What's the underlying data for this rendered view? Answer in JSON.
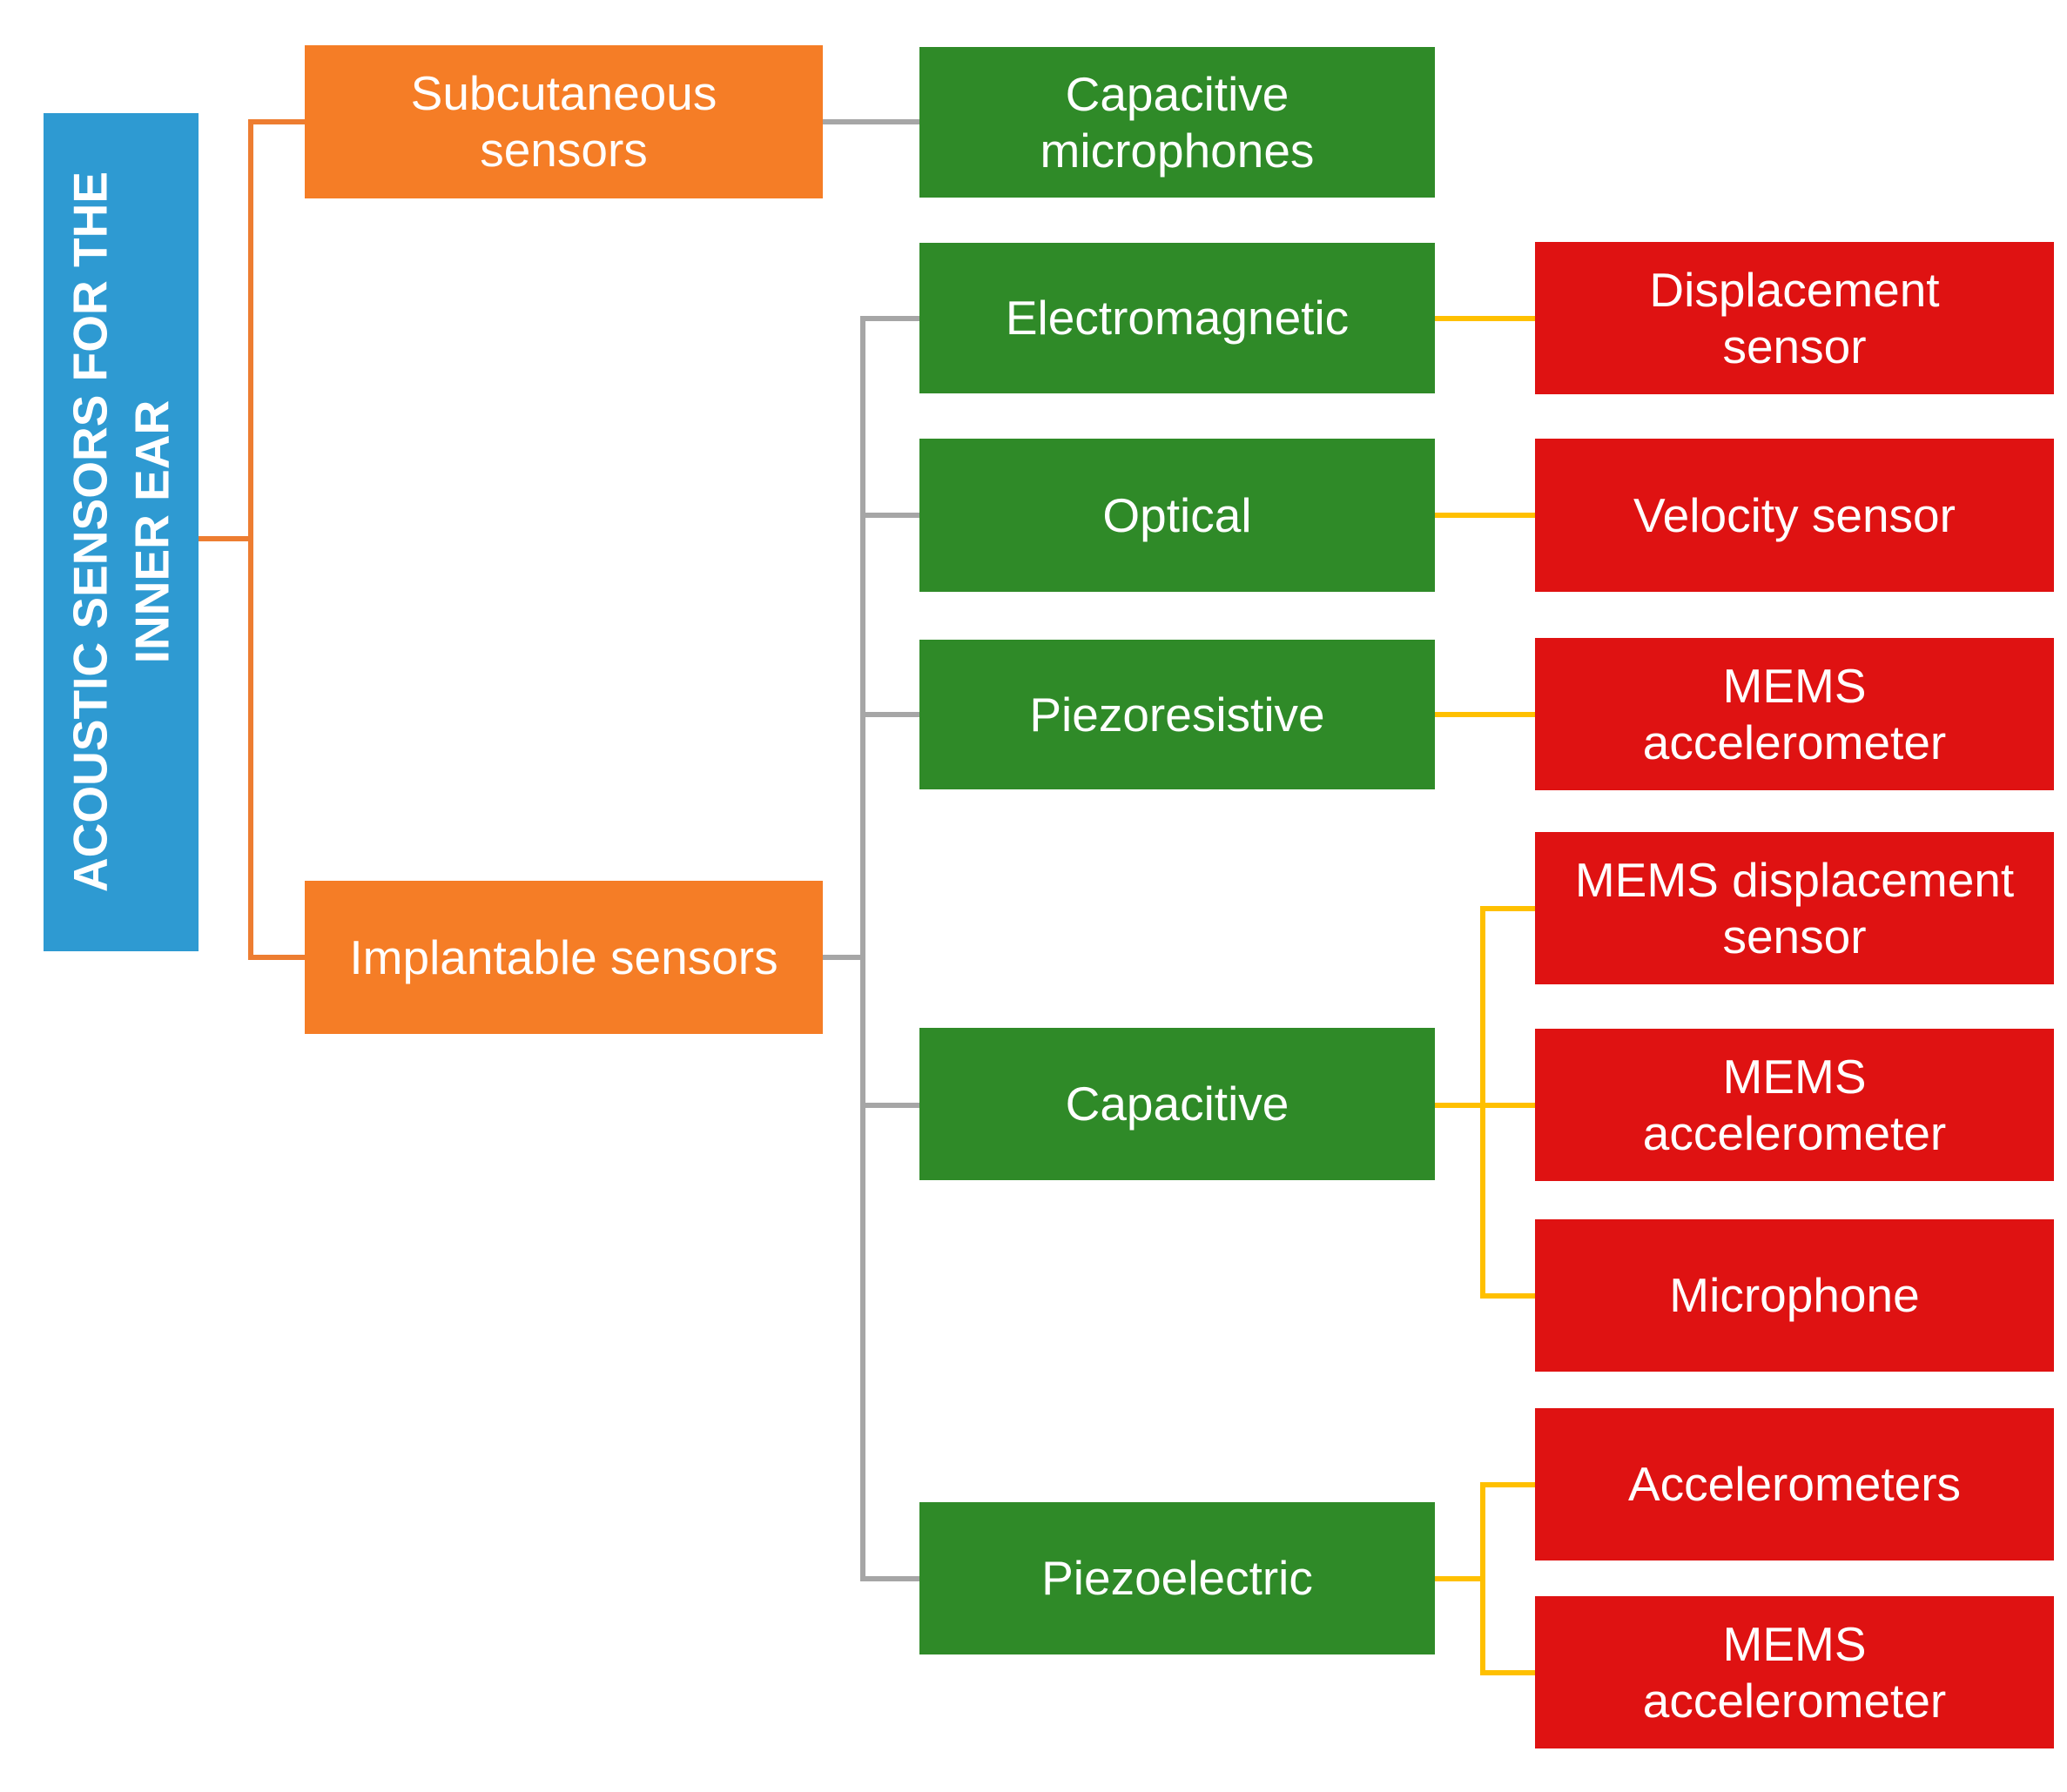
{
  "figure_type": "hierarchy-diagram",
  "colors": {
    "root_fill": "#2E9AD2",
    "level2_fill": "#F57D26",
    "level3_fill": "#2F8A28",
    "level4_fill": "#DF1212",
    "root_connector": "#ED7D31",
    "branch_connector": "#A6A6A6",
    "leaf_connector": "#FFC000",
    "text": "#FFFFFF",
    "background": "#FFFFFF"
  },
  "root_lines": {
    "line1": "ACOUSTIC  SENSORS FOR THE",
    "line2": "INNER EAR"
  },
  "tree": {
    "label": "ACOUSTIC  SENSORS FOR THE INNER EAR",
    "children": [
      {
        "label": "Subcutaneous sensors",
        "children": [
          {
            "label": "Capacitive microphones",
            "children": []
          }
        ]
      },
      {
        "label": "Implantable sensors",
        "children": [
          {
            "label": "Electromagnetic",
            "children": [
              {
                "label": "Displacement sensor"
              }
            ]
          },
          {
            "label": "Optical",
            "children": [
              {
                "label": "Velocity sensor"
              }
            ]
          },
          {
            "label": "Piezoresistive",
            "children": [
              {
                "label": "MEMS accelerometer"
              }
            ]
          },
          {
            "label": "Capacitive",
            "children": [
              {
                "label": "MEMS displacement sensor"
              },
              {
                "label": "MEMS accelerometer"
              },
              {
                "label": "Microphone"
              }
            ]
          },
          {
            "label": "Piezoelectric",
            "children": [
              {
                "label": "Accelerometers"
              },
              {
                "label": "MEMS accelerometer"
              }
            ]
          }
        ]
      }
    ]
  }
}
